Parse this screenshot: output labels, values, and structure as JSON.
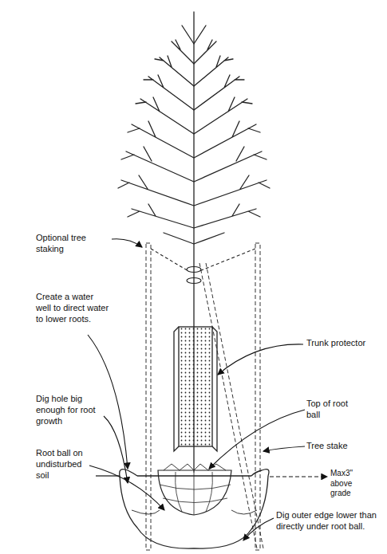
{
  "diagram": {
    "labels": [
      "Optional tree staking",
      "Create a water well to direct water to lower roots.",
      "Dig hole big enough for root growth",
      "Root ball on undisturbed soil",
      "Trunk protector",
      "Top of root ball",
      "Tree stake",
      "Max3\" above grade",
      "Dig outer edge lower than directly under root ball."
    ]
  }
}
